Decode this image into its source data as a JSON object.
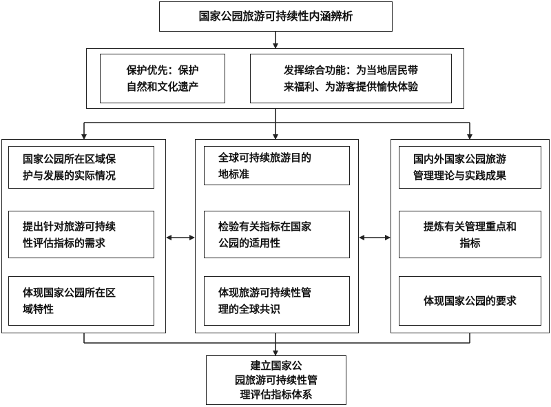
{
  "title_box": "国家公园旅游可持续性内涵辨析",
  "top_group": {
    "left": "保护优先：保护\n自然和文化遗产",
    "right": "发挥综合功能：为当地居民带\n来福利、为游客提供愉快体验"
  },
  "columns": [
    {
      "items": [
        "国家公园所在区域保\n护与发展的实际情况",
        "提出针对旅游可持续\n性评估指标的需求",
        "体现国家公园所在区\n域特性"
      ]
    },
    {
      "items": [
        "全球可持续旅游目的\n地标准",
        "检验有关指标在国家\n公园的适用性",
        "体现旅游可持续性管\n理的全球共识"
      ]
    },
    {
      "items": [
        "国内外国家公园旅游\n管理理论与实践成果",
        "提炼有关管理重点和\n指标",
        "体现国家公园的要求"
      ]
    }
  ],
  "bottom_box": "建立国家公\n园旅游可持续性管\n理评估指标体系"
}
